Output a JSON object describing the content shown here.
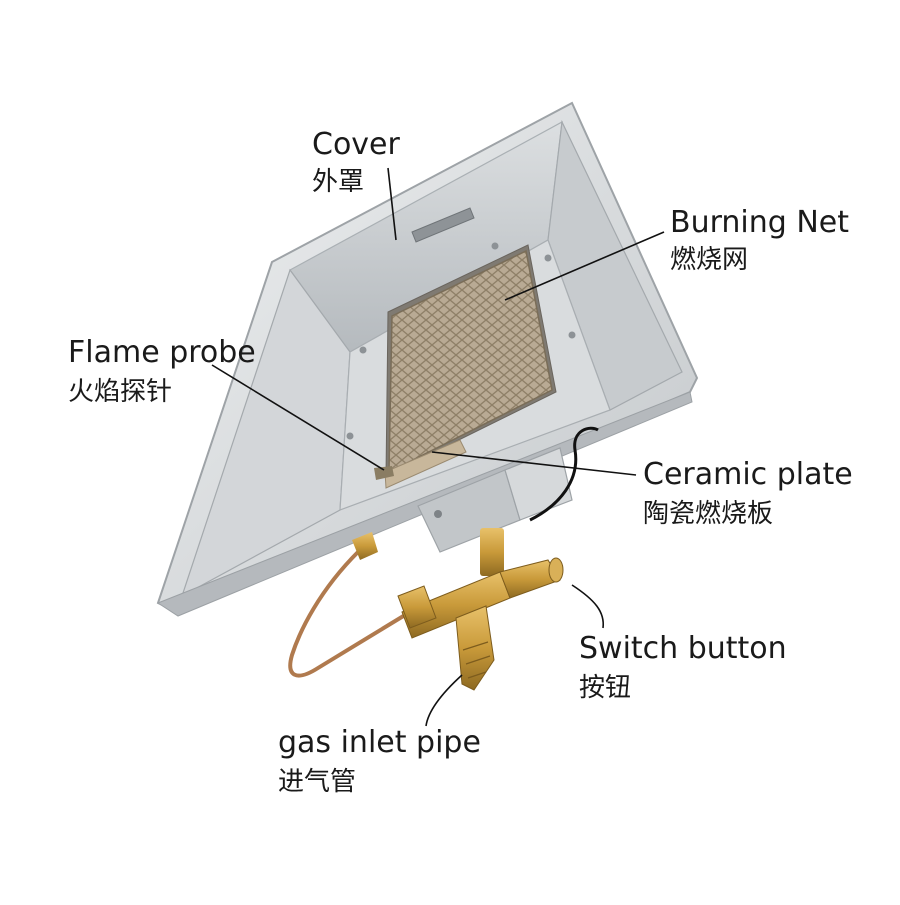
{
  "labels": {
    "cover": {
      "en": "Cover",
      "cn": "外罩"
    },
    "burning_net": {
      "en": "Burning Net",
      "cn": "燃烧网"
    },
    "flame_probe": {
      "en": "Flame probe",
      "cn": "火焰探针"
    },
    "ceramic_plate": {
      "en": "Ceramic plate",
      "cn": "陶瓷燃烧板"
    },
    "switch_button": {
      "en": "Switch button",
      "cn": "按钮"
    },
    "gas_inlet_pipe": {
      "en": "gas inlet pipe",
      "cn": "进气管"
    }
  },
  "colors": {
    "metal_light": "#e4e6e8",
    "metal_mid": "#c9cccf",
    "metal_dark": "#a3a7ab",
    "mesh": "#b9aa94",
    "brass": "#c99a3a",
    "copper": "#b07a4e",
    "leader": "#111111"
  }
}
